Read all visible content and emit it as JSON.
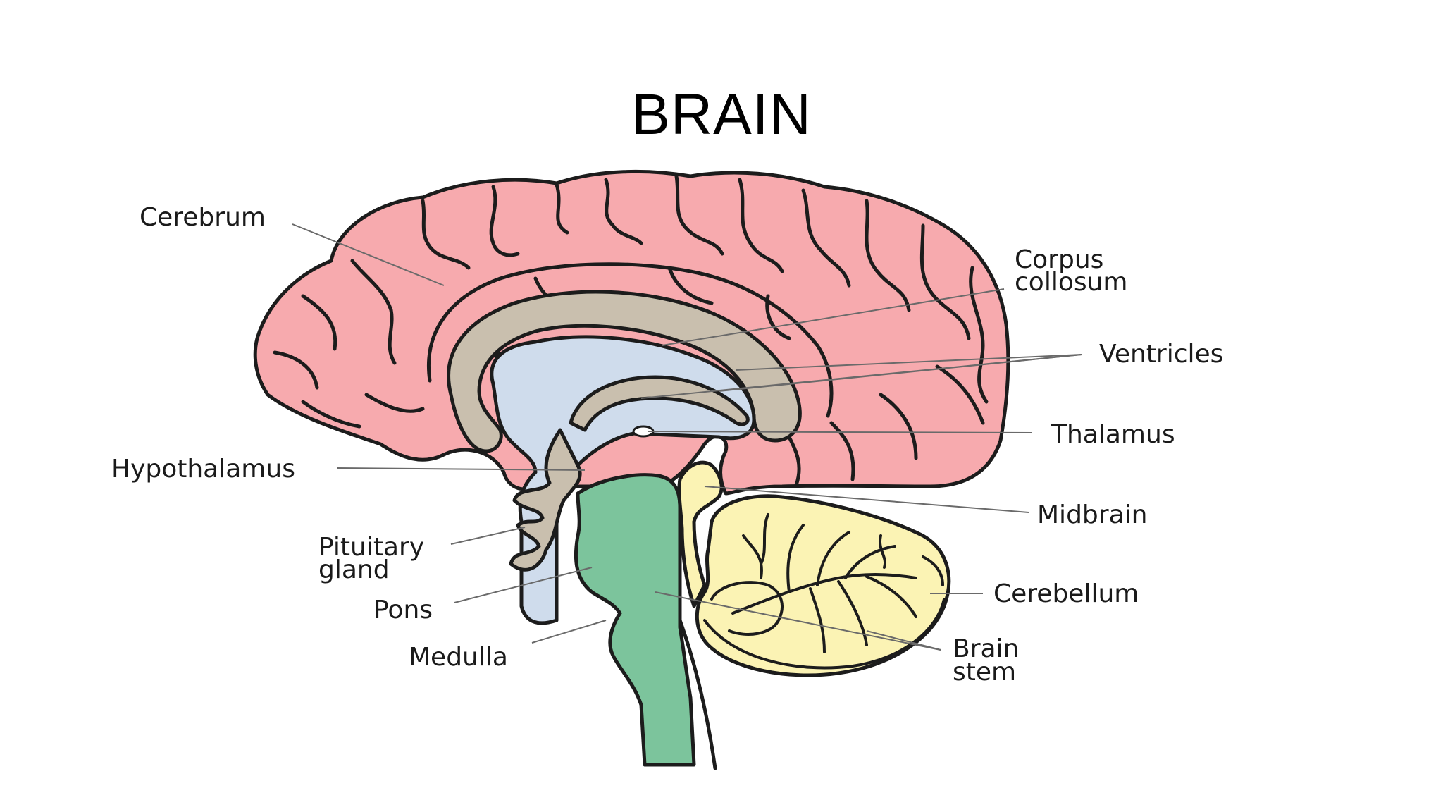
{
  "title": "BRAIN",
  "colors": {
    "cerebrum": "#f7aaae",
    "corpus_collosum": "#c9bfae",
    "ventricles": "#cfdcec",
    "brain_stem": "#7cc49c",
    "cerebellum": "#fbf3b4",
    "outline": "#1c1c1c"
  },
  "labels": {
    "cerebrum": "Cerebrum",
    "corpus_line1": "Corpus",
    "corpus_line2": "collosum",
    "ventricles": "Ventricles",
    "thalamus": "Thalamus",
    "hypothalamus": "Hypothalamus",
    "midbrain": "Midbrain",
    "pituitary_line1": "Pituitary",
    "pituitary_line2": "gland",
    "cerebellum": "Cerebellum",
    "pons": "Pons",
    "medulla": "Medulla",
    "brainstem_line1": "Brain",
    "brainstem_line2": "stem"
  }
}
